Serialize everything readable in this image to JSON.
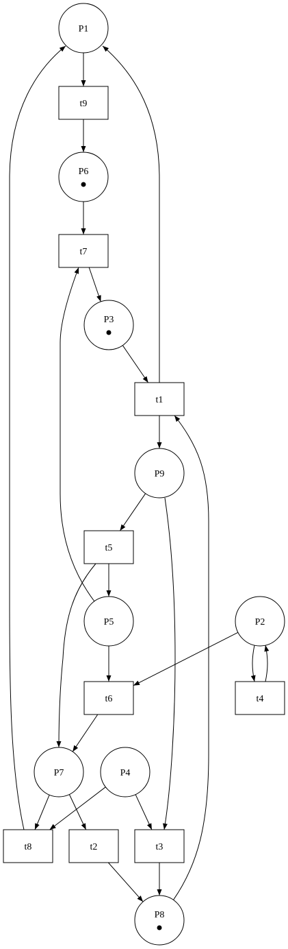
{
  "places": [
    {
      "id": "P1",
      "label": "P1",
      "tokens": 0
    },
    {
      "id": "P6",
      "label": "P6",
      "tokens": 1
    },
    {
      "id": "P3",
      "label": "P3",
      "tokens": 1
    },
    {
      "id": "P9",
      "label": "P9",
      "tokens": 0
    },
    {
      "id": "P5",
      "label": "P5",
      "tokens": 0
    },
    {
      "id": "P2",
      "label": "P2",
      "tokens": 0
    },
    {
      "id": "P7",
      "label": "P7",
      "tokens": 0
    },
    {
      "id": "P4",
      "label": "P4",
      "tokens": 0
    },
    {
      "id": "P8",
      "label": "P8",
      "tokens": 1
    }
  ],
  "transitions": [
    {
      "id": "t9",
      "label": "t9"
    },
    {
      "id": "t7",
      "label": "t7"
    },
    {
      "id": "t1",
      "label": "t1"
    },
    {
      "id": "t5",
      "label": "t5"
    },
    {
      "id": "t6",
      "label": "t6"
    },
    {
      "id": "t4",
      "label": "t4"
    },
    {
      "id": "t8",
      "label": "t8"
    },
    {
      "id": "t2",
      "label": "t2"
    },
    {
      "id": "t3",
      "label": "t3"
    }
  ],
  "arcs": [
    {
      "from": "P1",
      "to": "t9"
    },
    {
      "from": "t9",
      "to": "P6"
    },
    {
      "from": "P6",
      "to": "t7"
    },
    {
      "from": "t7",
      "to": "P3"
    },
    {
      "from": "P3",
      "to": "t1"
    },
    {
      "from": "t1",
      "to": "P1"
    },
    {
      "from": "t1",
      "to": "P9"
    },
    {
      "from": "P9",
      "to": "t5"
    },
    {
      "from": "P9",
      "to": "t3"
    },
    {
      "from": "t5",
      "to": "P5"
    },
    {
      "from": "t5",
      "to": "P7"
    },
    {
      "from": "P5",
      "to": "t7"
    },
    {
      "from": "P5",
      "to": "t6"
    },
    {
      "from": "P2",
      "to": "t6"
    },
    {
      "from": "P2",
      "to": "t4"
    },
    {
      "from": "t4",
      "to": "P2"
    },
    {
      "from": "t6",
      "to": "P7"
    },
    {
      "from": "P7",
      "to": "t8"
    },
    {
      "from": "P7",
      "to": "t2"
    },
    {
      "from": "P4",
      "to": "t8"
    },
    {
      "from": "P4",
      "to": "t3"
    },
    {
      "from": "t8",
      "to": "P1"
    },
    {
      "from": "t2",
      "to": "P8"
    },
    {
      "from": "t3",
      "to": "P8"
    },
    {
      "from": "P8",
      "to": "t1"
    }
  ]
}
